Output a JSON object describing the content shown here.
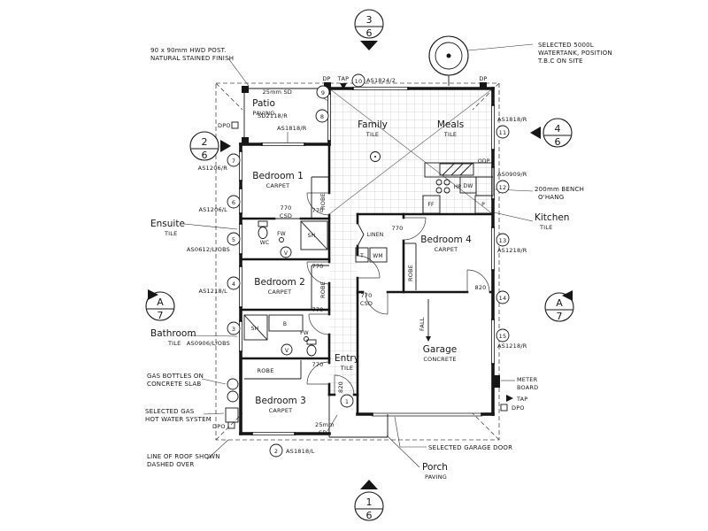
{
  "markers": {
    "top_num": "3",
    "left_num": "2",
    "right_num": "4",
    "bottom_num": "1",
    "den": "6",
    "section_letter": "A",
    "section_den": "7"
  },
  "rooms": {
    "patio": "Patio",
    "family": "Family",
    "meals": "Meals",
    "bed1": "Bedroom 1",
    "ensuite": "Ensuite",
    "bed2": "Bedroom 2",
    "bath": "Bathroom",
    "bed3": "Bedroom 3",
    "bed4": "Bedroom 4",
    "kitchen": "Kitchen",
    "garage": "Garage",
    "entry": "Entry",
    "porch": "Porch",
    "linen": "LINEN"
  },
  "finishes": {
    "paving": "PAVING",
    "tile": "TILE",
    "carpet": "CARPET",
    "concrete": "CONCRETE"
  },
  "codes": {
    "as1206r": "AS1206/R",
    "as1206l": "AS1206/L",
    "as0612lobs": "AS0612/L/OBS",
    "as1218l": "AS1218/L",
    "as0906lobs": "AS0906/L/OBS",
    "as1824": "AS1824/2",
    "sd2118r": "SD2118/R",
    "as1818r": "AS1818/R",
    "as0909r": "AS0909/R",
    "as1218r": "AS1218/R",
    "as1818l": "AS1818/L"
  },
  "nums": {
    "n1": "1",
    "n2": "2",
    "n3": "3",
    "n4": "4",
    "n5": "5",
    "n6": "6",
    "n7": "7",
    "n8": "8",
    "n9": "9",
    "n10": "10",
    "n11": "11",
    "n12": "12",
    "n13": "13",
    "n14": "14",
    "n15": "15"
  },
  "dims": {
    "d770": "770",
    "csd": "CSD",
    "d820": "820",
    "sd25": "25mm SD",
    "sd25a": "25mm",
    "sd25b": "SD"
  },
  "fixtures": {
    "robe": "ROBE",
    "wc": "WC",
    "fw": "FW",
    "sh": "SH",
    "b": "B",
    "v": "V",
    "t": "T",
    "wm": "WM",
    "dw": "DW",
    "hp": "HP",
    "ff": "FF",
    "p": "P",
    "fall": "FALL"
  },
  "site": {
    "dp": "DP",
    "tap": "TAP",
    "dpo": "DPO",
    "odp": "ODP",
    "meter1": "METER",
    "meter2": "BOARD"
  },
  "ann": {
    "post1": "90 x 90mm HWD POST.",
    "post2": "NATURAL STAINED FINISH",
    "tank1": "SELECTED 5000L",
    "tank2": "WATERTANK, POSITION",
    "tank3": "T.B.C ON SITE",
    "bench1": "200mm BENCH",
    "bench2": "O'HANG",
    "gas1": "GAS BOTTLES ON",
    "gas2": "CONCRETE SLAB",
    "hws1": "SELECTED GAS",
    "hws2": "HOT WATER SYSTEM",
    "roof1": "LINE OF ROOF SHOWN",
    "roof2": "DASHED OVER",
    "gdoor": "SELECTED GARAGE DOOR"
  }
}
